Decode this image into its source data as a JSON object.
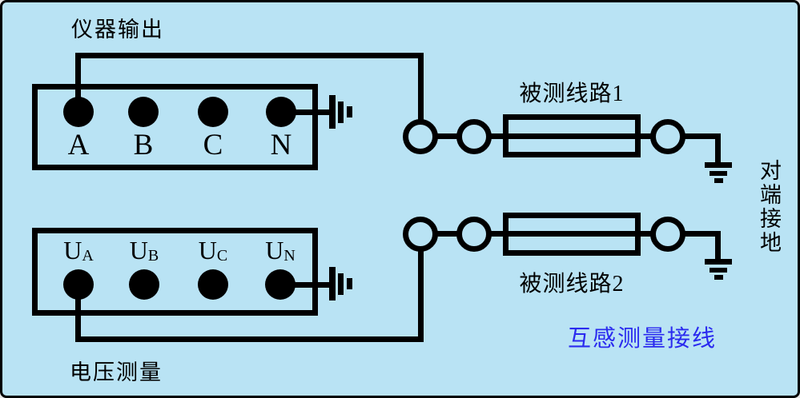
{
  "colors": {
    "background": "#b9e3f4",
    "line": "#000000",
    "caption": "#2a2aef"
  },
  "instrument_output": {
    "label": "仪器输出",
    "terminals": [
      {
        "label": "A"
      },
      {
        "label": "B"
      },
      {
        "label": "C"
      },
      {
        "label": "N"
      }
    ]
  },
  "voltage_measurement": {
    "label": "电压测量",
    "terminals": [
      {
        "main": "U",
        "sub": "A"
      },
      {
        "main": "U",
        "sub": "B"
      },
      {
        "main": "U",
        "sub": "C"
      },
      {
        "main": "U",
        "sub": "N"
      }
    ]
  },
  "tested_lines": [
    {
      "label": "被测线路1"
    },
    {
      "label": "被测线路2"
    }
  ],
  "far_end_ground_label": "对端接地",
  "caption_label": "互感测量接线"
}
